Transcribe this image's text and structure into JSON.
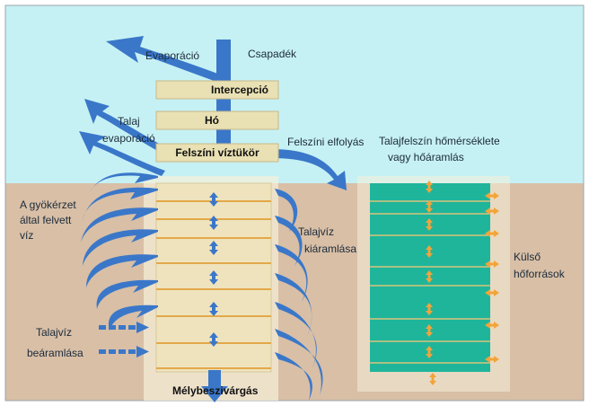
{
  "labels": {
    "evaporacio": "Evaporáció",
    "csapadek": "Csapadék",
    "intercepcio": "Intercepció",
    "ho": "Hó",
    "talaj_evaporacio_1": "Talaj",
    "talaj_evaporacio_2": "evaporáció",
    "felszini_viztukor": "Felszíni víztükör",
    "felszini_elfolyas": "Felszíni elfolyás",
    "talajfelszin_1": "Talajfelszín hőmérséklete",
    "talajfelszin_2": "vagy hőáramlás",
    "gyokerzet_1": "A gyökérzet",
    "gyokerzet_2": "által felvett",
    "gyokerzet_3": "víz",
    "talajviz_kiaramlasa_1": "Talajvíz",
    "talajviz_kiaramlasa_2": "kiáramlása",
    "kulso_1": "Külső",
    "kulso_2": "hőforrások",
    "talajviz_bearamlasa_1": "Talajvíz",
    "talajviz_bearamlasa_2": "beáramlása",
    "melybeszivargas": "Mélybeszivárgás"
  },
  "colors": {
    "sky": "#c6f1f4",
    "soil": "#d8bfa6",
    "soil_column": "#efe3bd",
    "layer_line": "#e3a84a",
    "heat_column": "#1fb59b",
    "heat_column_line": "#d9c47a",
    "water_arrow": "#3a77c9",
    "heat_arrow": "#f2a43a",
    "box": "#e9e0b3",
    "box_border": "#c8b98a"
  }
}
